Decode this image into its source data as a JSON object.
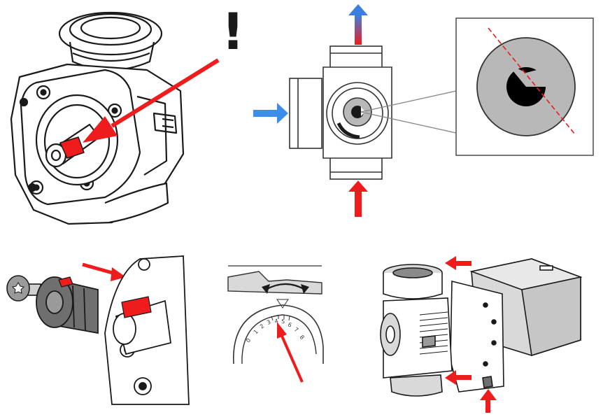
{
  "alert": {
    "symbol": "!"
  },
  "colors": {
    "arrow_red": "#ee1c1c",
    "arrow_blue": "#3d8ee8",
    "gray_body": "#6f6f6f",
    "zoom_gray": "#b3b3b3",
    "outline": "#1a1a1a"
  },
  "icons": [
    "torx-screw-icon",
    "knob-icon",
    "arrow-icon",
    "exclamation-icon"
  ],
  "scale": {
    "ticks": [
      "0",
      "1",
      "2",
      "3",
      "4",
      "5",
      "6",
      "7",
      "8"
    ]
  }
}
